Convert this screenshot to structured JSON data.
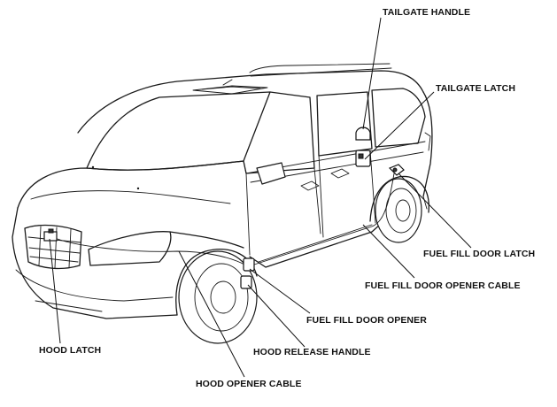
{
  "labels": {
    "tailgate_handle": "TAILGATE HANDLE",
    "tailgate_latch": "TAILGATE LATCH",
    "fuel_fill_door_latch": "FUEL FILL DOOR LATCH",
    "fuel_fill_door_opener_cable": "FUEL FILL DOOR OPENER CABLE",
    "fuel_fill_door_opener": "FUEL FILL DOOR OPENER",
    "hood_latch": "HOOD LATCH",
    "hood_release_handle": "HOOD RELEASE HANDLE",
    "hood_opener_cable": "HOOD OPENER CABLE"
  },
  "colors": {
    "line": "#1a1a1a",
    "background": "#ffffff"
  }
}
